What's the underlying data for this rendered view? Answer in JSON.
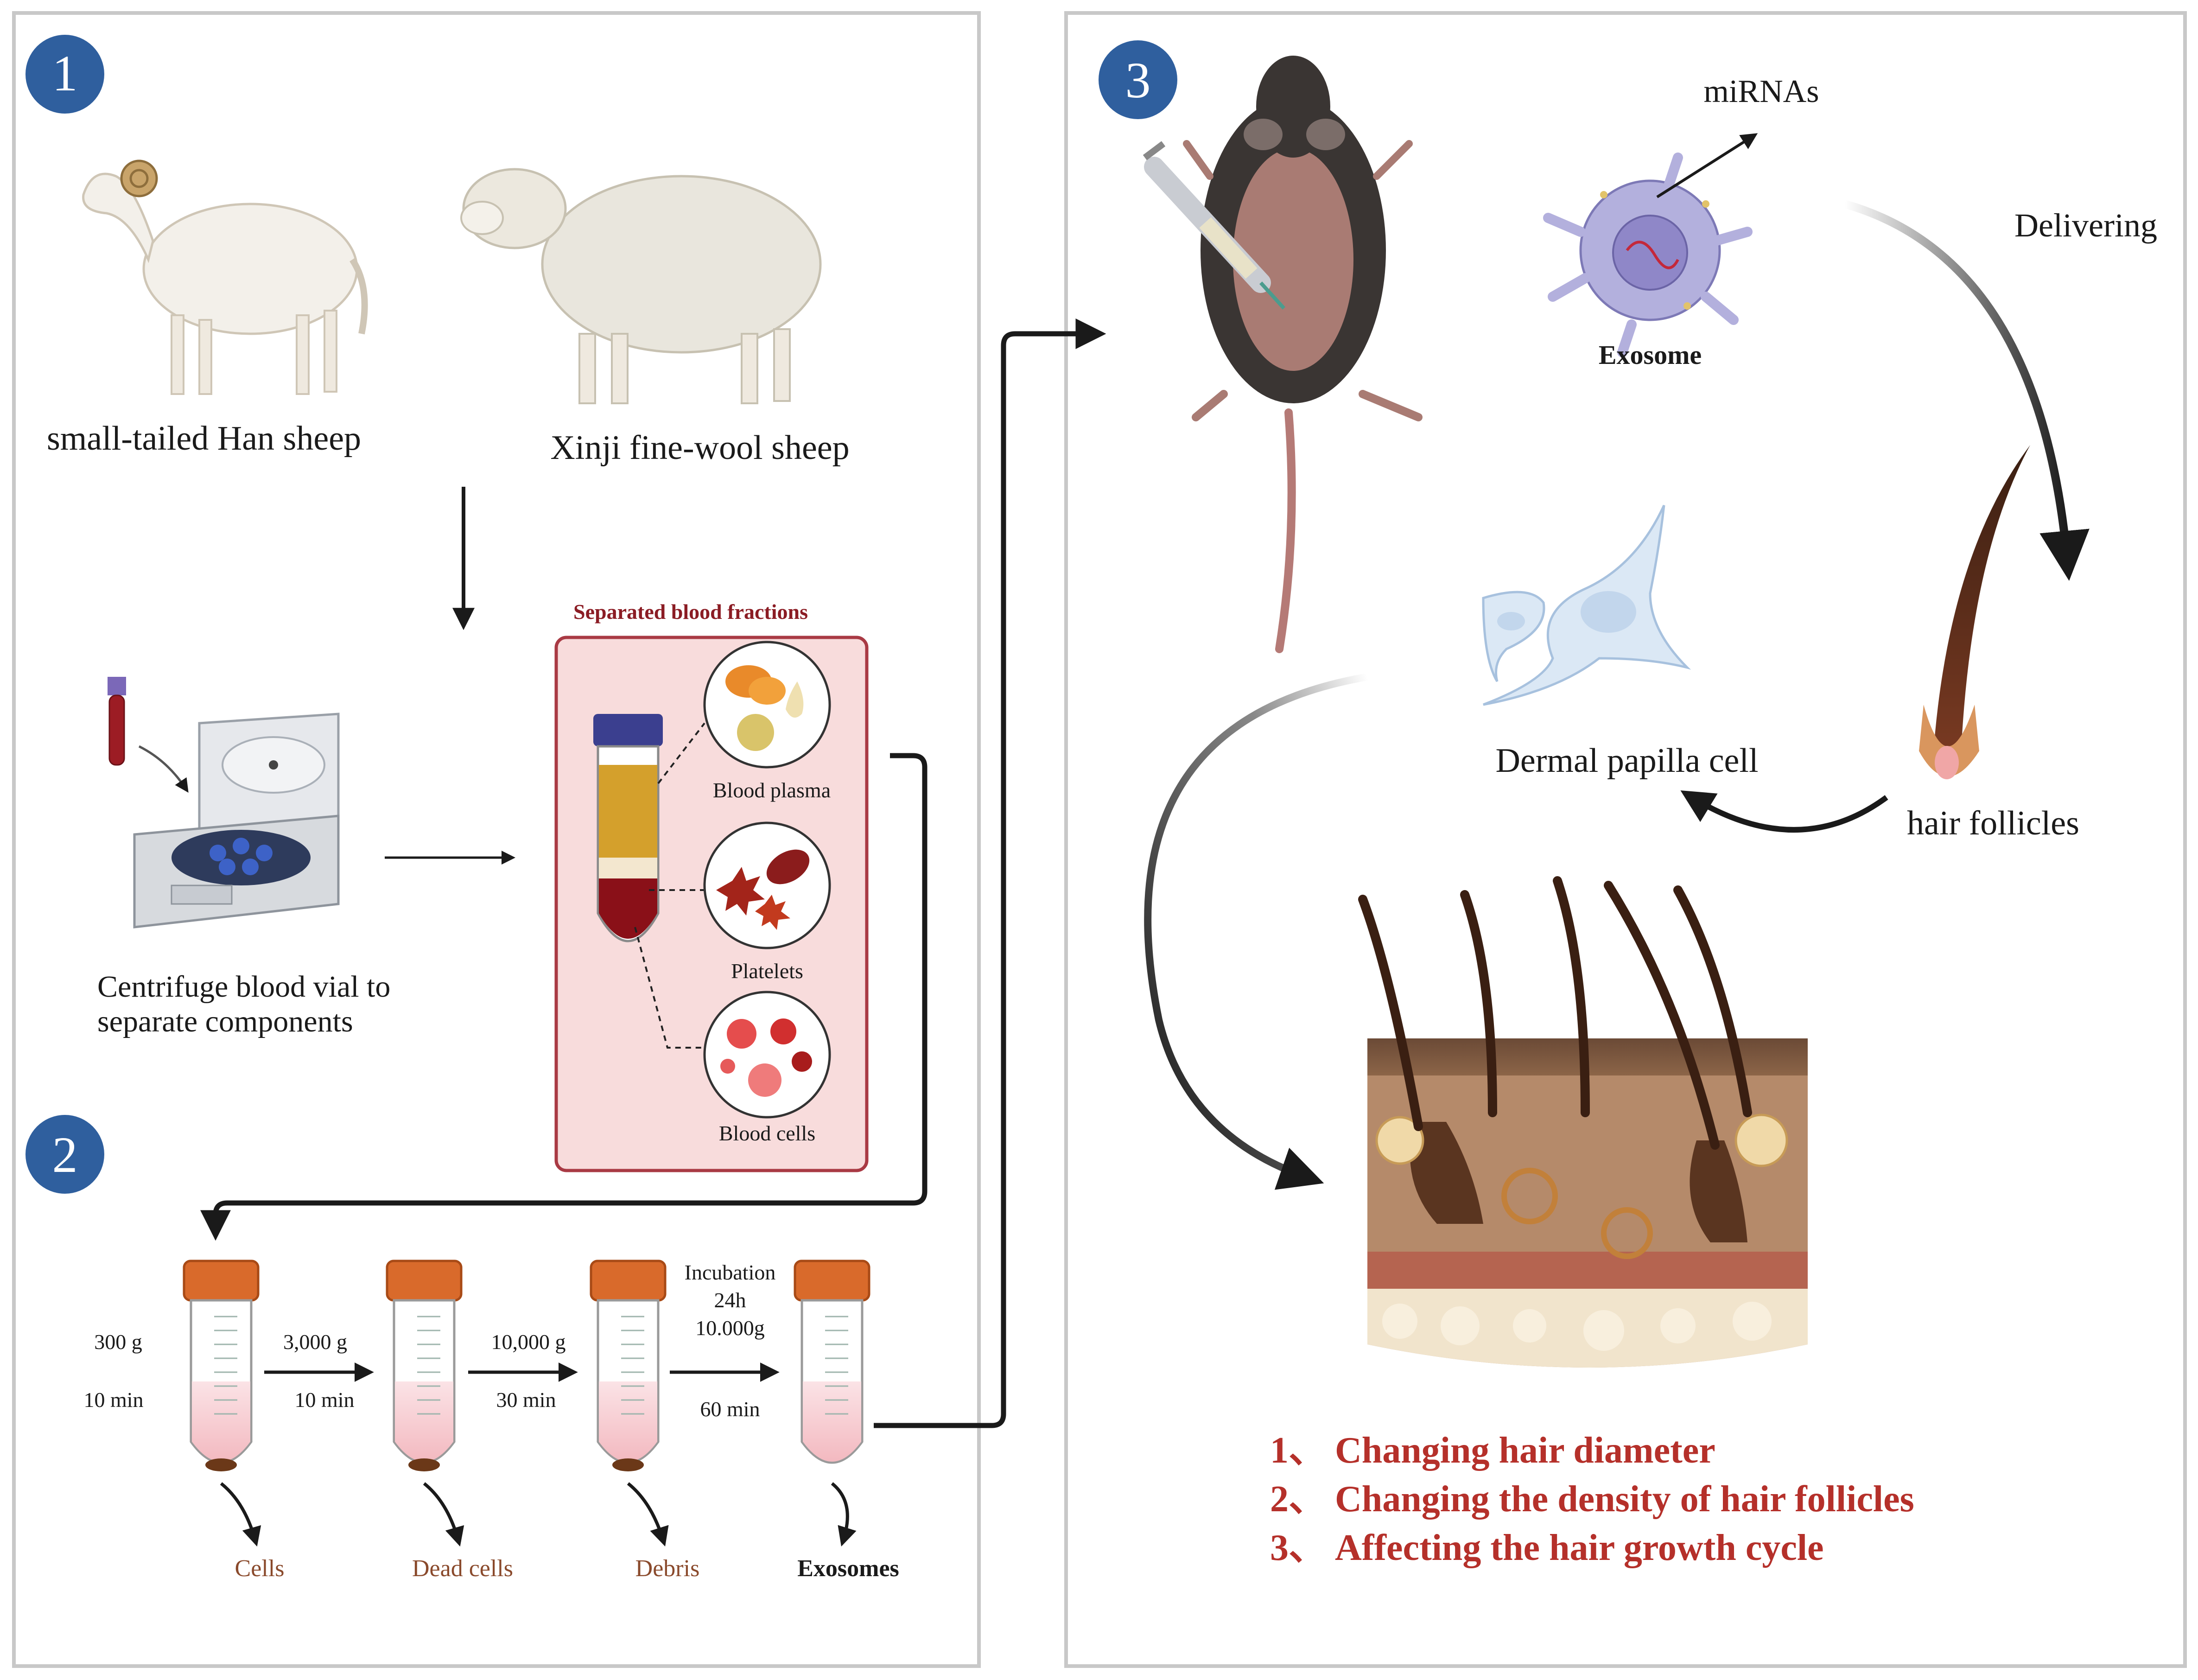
{
  "steps": {
    "step1": "1",
    "step2": "2",
    "step3": "3"
  },
  "panel1": {
    "sheep1_label": "small-tailed Han sheep",
    "sheep2_label": "Xinji fine-wool sheep",
    "centrifuge_caption_line1": "Centrifuge blood vial to",
    "centrifuge_caption_line2": "separate components",
    "fractions_title": "Separated blood fractions",
    "fractions": [
      "Blood plasma",
      "Platelets",
      "Blood cells"
    ]
  },
  "panel2": {
    "steps": [
      {
        "line1": "300 g",
        "line2": "10 min"
      },
      {
        "line1": "3,000 g",
        "line2": "10 min"
      },
      {
        "line1": "10,000 g",
        "line2": "30 min"
      },
      {
        "line0": "Incubation",
        "line1": "24h",
        "line1b": "10.000g",
        "line2": "60 min"
      }
    ],
    "outputs": [
      "Cells",
      "Dead cells",
      "Debris",
      "Exosomes"
    ]
  },
  "panel3": {
    "mirnas": "miRNAs",
    "exosome": "Exosome",
    "delivering": "Delivering",
    "dermal_papilla": "Dermal papilla cell",
    "hair_follicles": "hair follicles",
    "effects": [
      "1、 Changing hair diameter",
      "2、 Changing the density of hair follicles",
      "3、 Affecting the hair growth cycle"
    ]
  },
  "colors": {
    "step_badge": "#2f5f9e",
    "effect_text": "#b5302a",
    "fraction_title": "#8b1c24",
    "output_text": "#8a4a2c",
    "fraction_box_bg": "#f8dcdc",
    "fraction_box_border": "#a93a44"
  }
}
